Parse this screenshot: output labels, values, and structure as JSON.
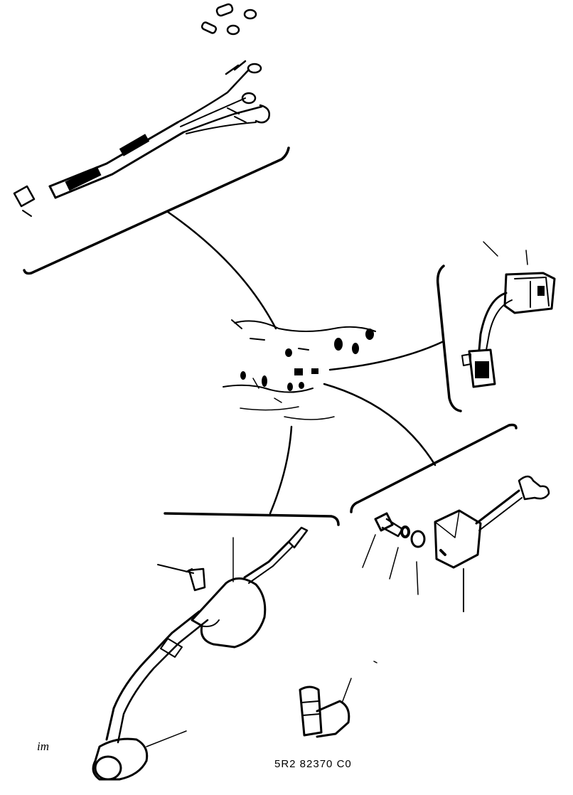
{
  "diagram": {
    "part_code": "5R2 82370 C0",
    "corner_mark": "im",
    "parts": [
      "wire-harness",
      "ignition-coil",
      "spark-plug-cap",
      "regulator-unit",
      "relay-unit",
      "bolt",
      "washer"
    ]
  }
}
